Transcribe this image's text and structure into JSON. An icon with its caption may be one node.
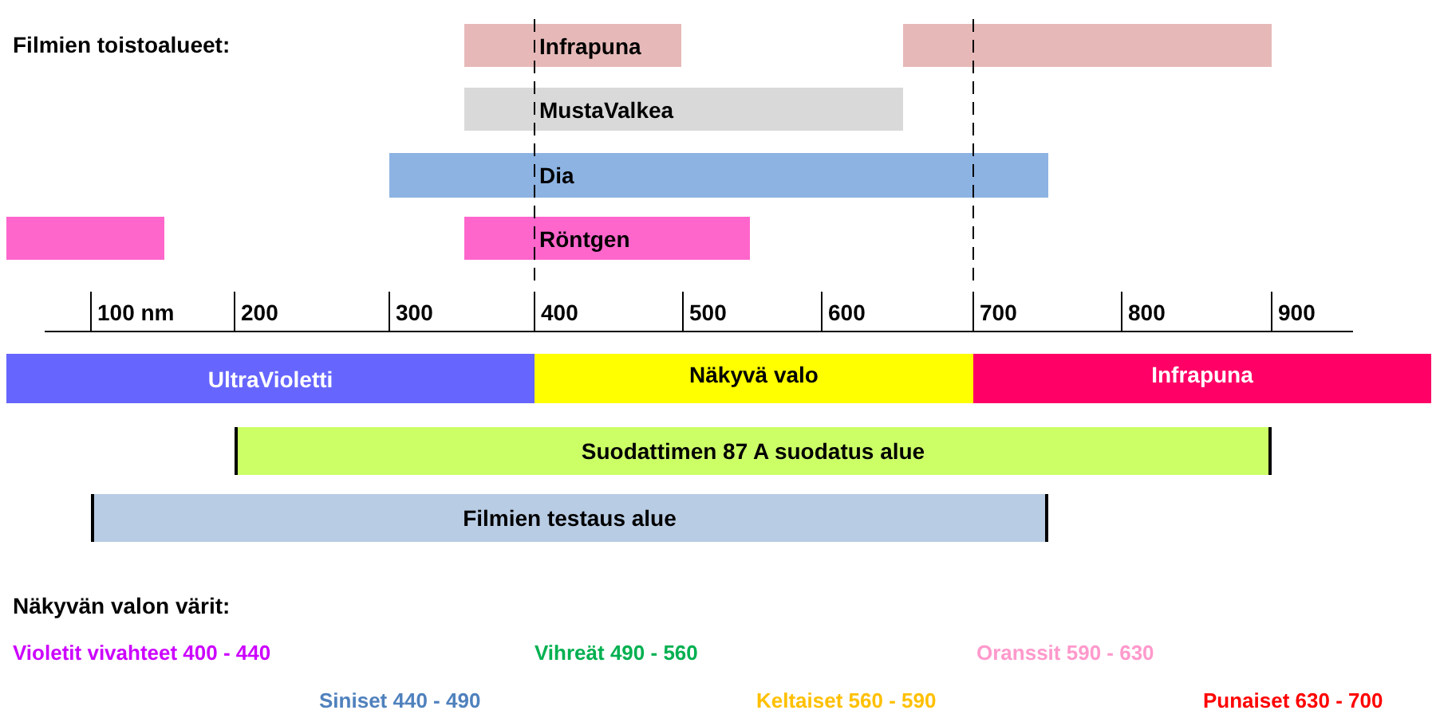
{
  "diagram": {
    "nodes": [
      {
        "text": [
          "Infrapuna"
        ]
      },
      {
        "text": [],
        "shape": "bar"
      },
      {
        "text": [
          "MustaValkea"
        ]
      },
      {
        "text": [
          "Dia"
        ]
      },
      {
        "text": [],
        "shape": "bar"
      },
      {
        "text": [
          "Röntgen"
        ]
      },
      {
        "text": [
          "UltraVioletti"
        ]
      },
      {
        "text": [
          "Näkyvä valo"
        ]
      },
      {
        "text": [
          "Infrapuna"
        ]
      },
      {
        "text": [
          "Suodattimen 87 A suodatus alue"
        ]
      },
      {
        "text": [
          "Filmien testaus alue"
        ]
      }
    ],
    "edges": [],
    "labels": [
      "Filmien toistoalueet:",
      "100 nm",
      "200",
      "300",
      "400",
      "500",
      "600",
      "700",
      "800",
      "900",
      "Näkyvän valon värit:",
      "Violetit vivahteet 400 - 440",
      "Vihreät 490 - 560",
      "Oranssit 590 - 630",
      "Siniset 440 - 490",
      "Keltaiset 560 - 590",
      "Punaiset 630 - 700"
    ]
  }
}
